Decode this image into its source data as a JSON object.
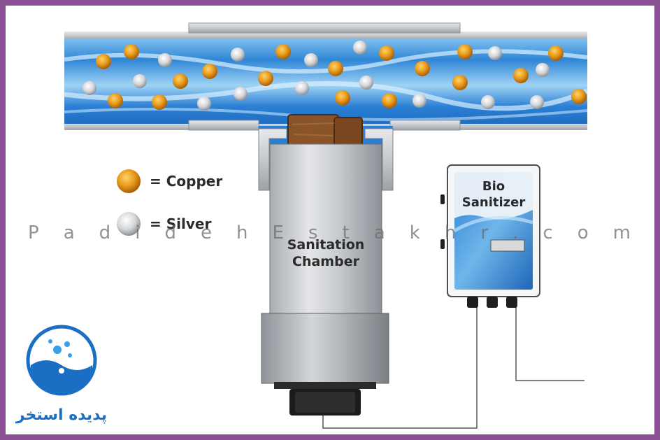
{
  "legend": {
    "copper_label": "= Copper",
    "silver_label": "= Silver"
  },
  "chamber": {
    "line1": "Sanitation",
    "line2": "Chamber"
  },
  "controller": {
    "line1": "Bio",
    "line2": "Sanitizer"
  },
  "watermark": {
    "text": "P a d i d e h E s t a k h r . c o m"
  },
  "logo": {
    "text": "پدیده استخر"
  },
  "colors": {
    "frame": "#8b4f95",
    "copper": "#e89a1c",
    "silver": "#d6d8da",
    "water": "#2a7fd4",
    "pipe": "#b9bcc0",
    "logo_blue": "#1a6fc4"
  }
}
